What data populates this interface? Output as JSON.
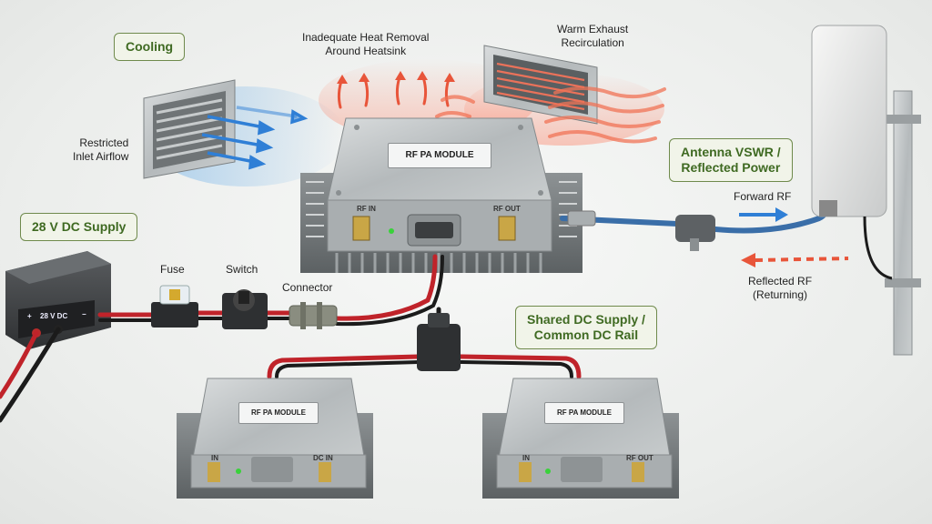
{
  "tags": {
    "cooling": "Cooling",
    "supply": "28 V DC Supply",
    "vswr_line1": "Antenna VSWR /",
    "vswr_line2": "Reflected Power",
    "shared_line1": "Shared DC Supply /",
    "shared_line2": "Common DC Rail"
  },
  "labels": {
    "heat_line1": "Inadequate Heat Removal",
    "heat_line2": "Around Heatsink",
    "exhaust_line1": "Warm Exhaust",
    "exhaust_line2": "Recirculation",
    "inlet_line1": "Restricted",
    "inlet_line2": "Inlet Airflow",
    "forward_rf": "Forward RF",
    "reflected_line1": "Reflected RF",
    "reflected_line2": "(Returning)",
    "fuse": "Fuse",
    "switch": "Switch",
    "connector": "Connector"
  },
  "modules": {
    "title": "RF PA MODULE",
    "rf_in": "RF IN",
    "rf_out": "RF OUT",
    "dc_in": "DC IN",
    "in": "IN"
  },
  "supply_panel": {
    "plus": "+",
    "voltage": "28 V DC",
    "minus": "−"
  },
  "colors": {
    "heat": "#e8553a",
    "cool": "#2f7fd6",
    "tag_border": "#6f8a4c",
    "tag_text": "#3f6a22",
    "cable_red": "#c0232a",
    "cable_black": "#1b1b1b",
    "coax_blue": "#3a6ea8"
  }
}
